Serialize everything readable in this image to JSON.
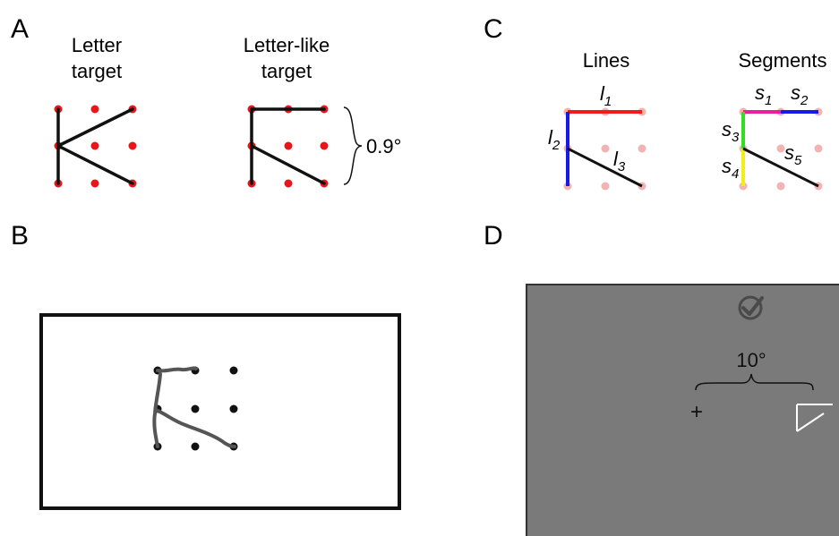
{
  "panels": {
    "a": {
      "letter": "A",
      "left_title_line1": "Letter",
      "left_title_line2": "target",
      "right_title_line1": "Letter-like",
      "right_title_line2": "target",
      "scale_label": "0.9°"
    },
    "b": {
      "letter": "B"
    },
    "c": {
      "letter": "C",
      "left_title": "Lines",
      "right_title": "Segments",
      "line_labels": [
        {
          "base": "l",
          "sub": "1"
        },
        {
          "base": "l",
          "sub": "2"
        },
        {
          "base": "l",
          "sub": "3"
        }
      ],
      "segment_labels": [
        {
          "base": "s",
          "sub": "1"
        },
        {
          "base": "s",
          "sub": "2"
        },
        {
          "base": "s",
          "sub": "3"
        },
        {
          "base": "s",
          "sub": "4"
        },
        {
          "base": "s",
          "sub": "5"
        }
      ]
    },
    "d": {
      "letter": "D",
      "distance_label": "10°",
      "fixation_symbol": "+",
      "check_icon": "check-circle-icon"
    }
  },
  "colors": {
    "dot": "#e8151b",
    "dot_faded": "#f4b3b3",
    "stroke": "#111111",
    "trace": "#555555",
    "line_l1": "#ee1c1c",
    "line_l2": "#1a1ae6",
    "seg_s1": "#e8209a",
    "seg_s2": "#1a1ae6",
    "seg_s3": "#33dd22",
    "seg_s4": "#f2ee1a",
    "screen_bg": "#7a7a7a"
  }
}
